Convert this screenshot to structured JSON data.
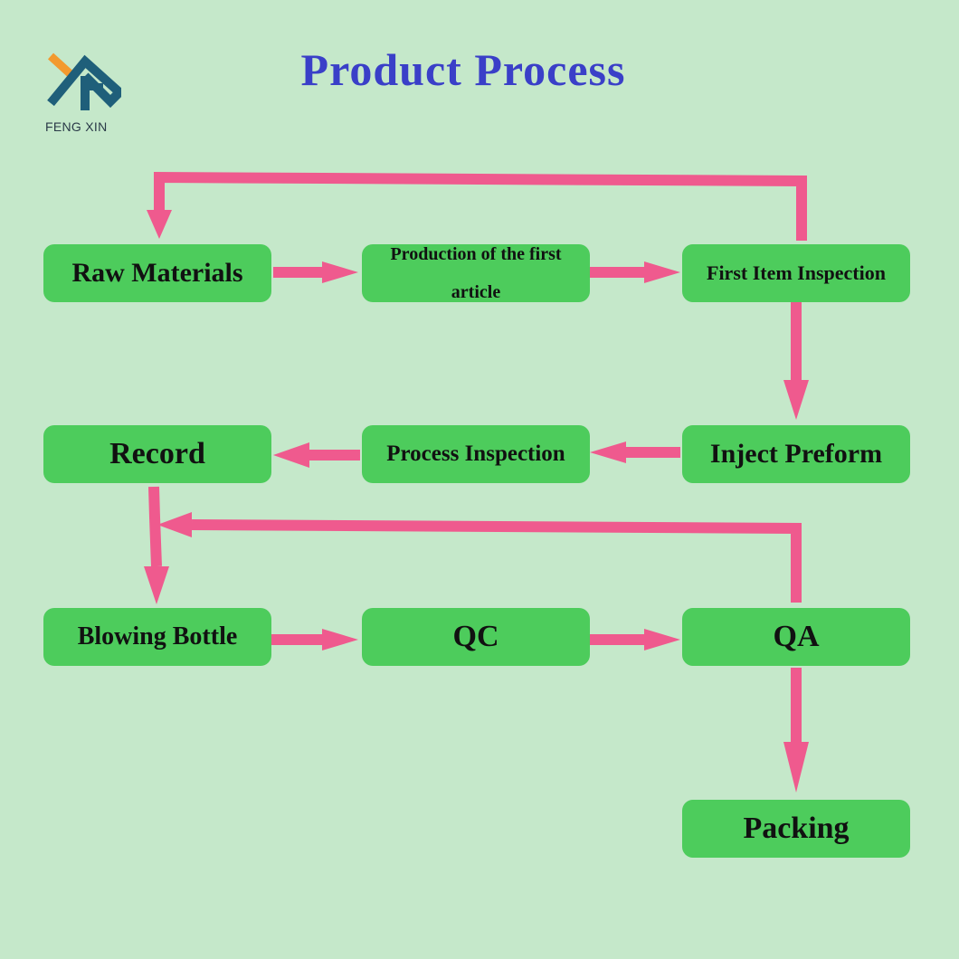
{
  "brand": {
    "name": "FENG XIN"
  },
  "title": "Product Process",
  "colors": {
    "background": "#c5e8ca",
    "node_fill": "#4dcc5c",
    "arrow": "#ef5a8e",
    "title": "#3a3fc8",
    "logo_orange": "#f39a2e",
    "logo_teal": "#1f5f7a"
  },
  "nodes": {
    "raw_materials": "Raw Materials",
    "production_first_article": "Production of the first article",
    "first_item_inspection": "First Item Inspection",
    "inject_preform": "Inject Preform",
    "process_inspection": "Process Inspection",
    "record": "Record",
    "blowing_bottle": "Blowing Bottle",
    "qc": "QC",
    "qa": "QA",
    "packing": "Packing"
  },
  "edges": [
    {
      "from": "raw_materials",
      "to": "production_first_article"
    },
    {
      "from": "production_first_article",
      "to": "first_item_inspection"
    },
    {
      "from": "first_item_inspection",
      "to": "raw_materials"
    },
    {
      "from": "first_item_inspection",
      "to": "inject_preform"
    },
    {
      "from": "inject_preform",
      "to": "process_inspection"
    },
    {
      "from": "process_inspection",
      "to": "record"
    },
    {
      "from": "record",
      "to": "blowing_bottle"
    },
    {
      "from": "qa",
      "to": "blowing_bottle"
    },
    {
      "from": "blowing_bottle",
      "to": "qc"
    },
    {
      "from": "qc",
      "to": "qa"
    },
    {
      "from": "qa",
      "to": "packing"
    }
  ]
}
